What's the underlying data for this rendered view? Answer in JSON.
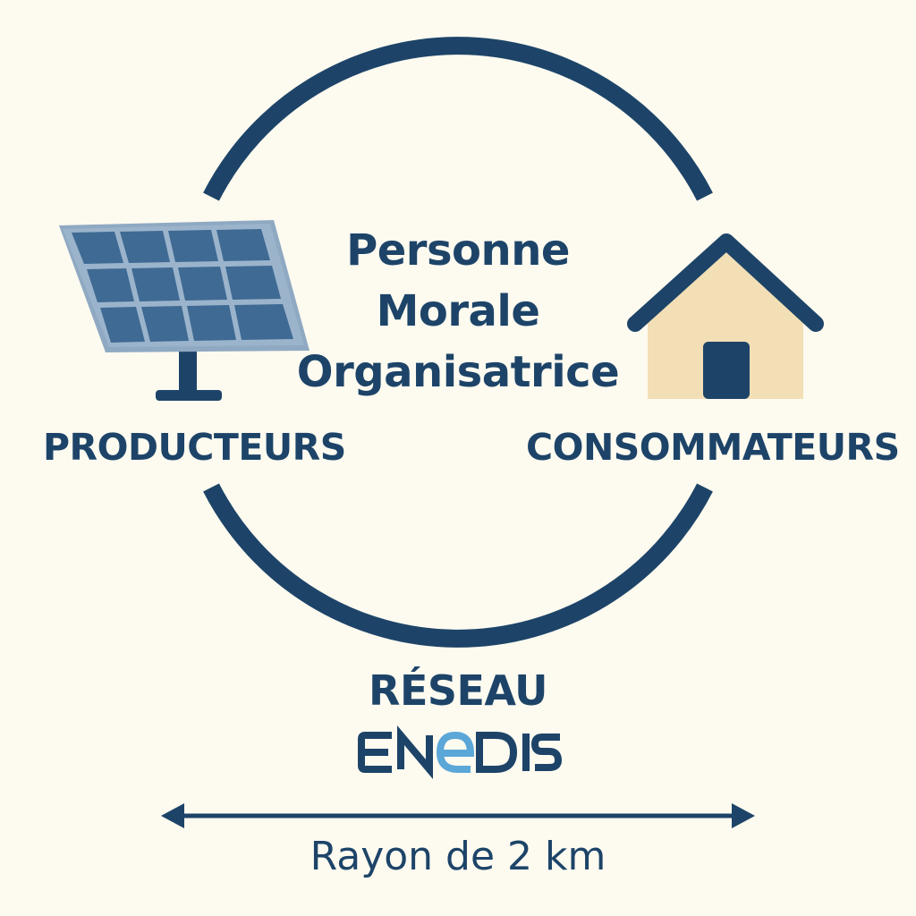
{
  "center": {
    "line1": "Personne",
    "line2": "Morale",
    "line3": "Organisatrice"
  },
  "producers": {
    "label": "PRODUCTEURS",
    "icon": "solar-panel-icon"
  },
  "consumers": {
    "label": "CONSOMMATEURS",
    "icon": "house-icon"
  },
  "network": {
    "title": "RÉSEAU",
    "logo_text": "ENEDIS"
  },
  "radius": {
    "label": "Rayon de 2 km"
  },
  "colors": {
    "background": "#fdfaf0",
    "primary": "#1d4468",
    "panel_cell": "#3f6a93",
    "panel_frame": "#9bb4cc",
    "house_wall": "#f3dfb6",
    "logo_accent": "#5aa7d8"
  }
}
